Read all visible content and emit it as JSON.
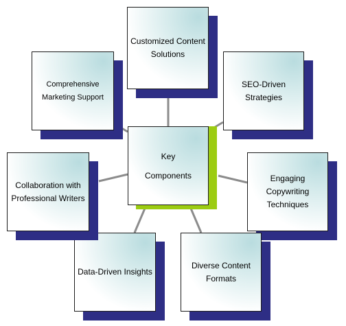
{
  "diagram": {
    "center": {
      "label": "Key\nComponents"
    },
    "nodes": [
      {
        "key": "customized-content",
        "label": "Customized Content\nSolutions"
      },
      {
        "key": "seo-strategies",
        "label": "SEO-Driven\nStrategies"
      },
      {
        "key": "copywriting-techniques",
        "label": "Engaging\nCopywriting\nTechniques"
      },
      {
        "key": "content-formats",
        "label": "Diverse Content\nFormats"
      },
      {
        "key": "data-insights",
        "label": "Data-Driven Insights"
      },
      {
        "key": "professional-writers",
        "label": "Collaboration with\nProfessional Writers"
      },
      {
        "key": "marketing-support",
        "label": "Comprehensive\nMarketing Support"
      }
    ],
    "colors": {
      "node_shadow": "#2e2e85",
      "center_accent": "#9ccc12",
      "connector": "#8c8c8c",
      "box_tint": "#b9dcdf"
    }
  }
}
